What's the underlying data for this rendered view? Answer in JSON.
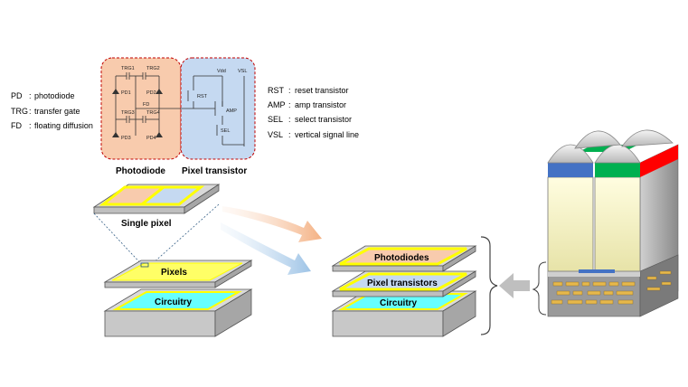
{
  "legend_left": [
    {
      "abbr": "PD",
      "desc": "photodiode"
    },
    {
      "abbr": "TRG",
      "desc": "transfer gate"
    },
    {
      "abbr": "FD",
      "desc": "floating diffusion"
    }
  ],
  "legend_right": [
    {
      "abbr": "RST",
      "desc": "reset transistor"
    },
    {
      "abbr": "AMP",
      "desc": "amp transistor"
    },
    {
      "abbr": "SEL",
      "desc": "select transistor"
    },
    {
      "abbr": "VSL",
      "desc": "vertical signal line"
    }
  ],
  "circuit": {
    "trg1": "TRG1",
    "trg2": "TRG2",
    "trg3": "TRG3",
    "trg4": "TRG4",
    "pd1": "PD1",
    "pd2": "PD2",
    "pd3": "PD3",
    "pd4": "PD4",
    "fd": "FD",
    "vdd": "Vdd",
    "vsl": "VSL",
    "rst": "RST",
    "amp": "AMP",
    "sel": "SEL",
    "photodiode_title": "Photodiode",
    "pixel_transistor_title": "Pixel transistor"
  },
  "single_pixel_label": "Single pixel",
  "left_stack": {
    "pixels": "Pixels",
    "circuitry": "Circuitry"
  },
  "right_stack": {
    "photodiodes": "Photodiodes",
    "pixel_transistors": "Pixel transistors",
    "circuitry": "Circuitry"
  },
  "colors": {
    "photodiode_fill": "#f8cbad",
    "transistor_fill": "#c5d9f1",
    "pixels_fill": "#ffff66",
    "circuitry_fill": "#66ffff",
    "frame_yellow": "#ffff00",
    "box_gray": "#d9d9d9",
    "arrow_orange": "#f4b183",
    "arrow_blue": "#9dc3e6"
  }
}
